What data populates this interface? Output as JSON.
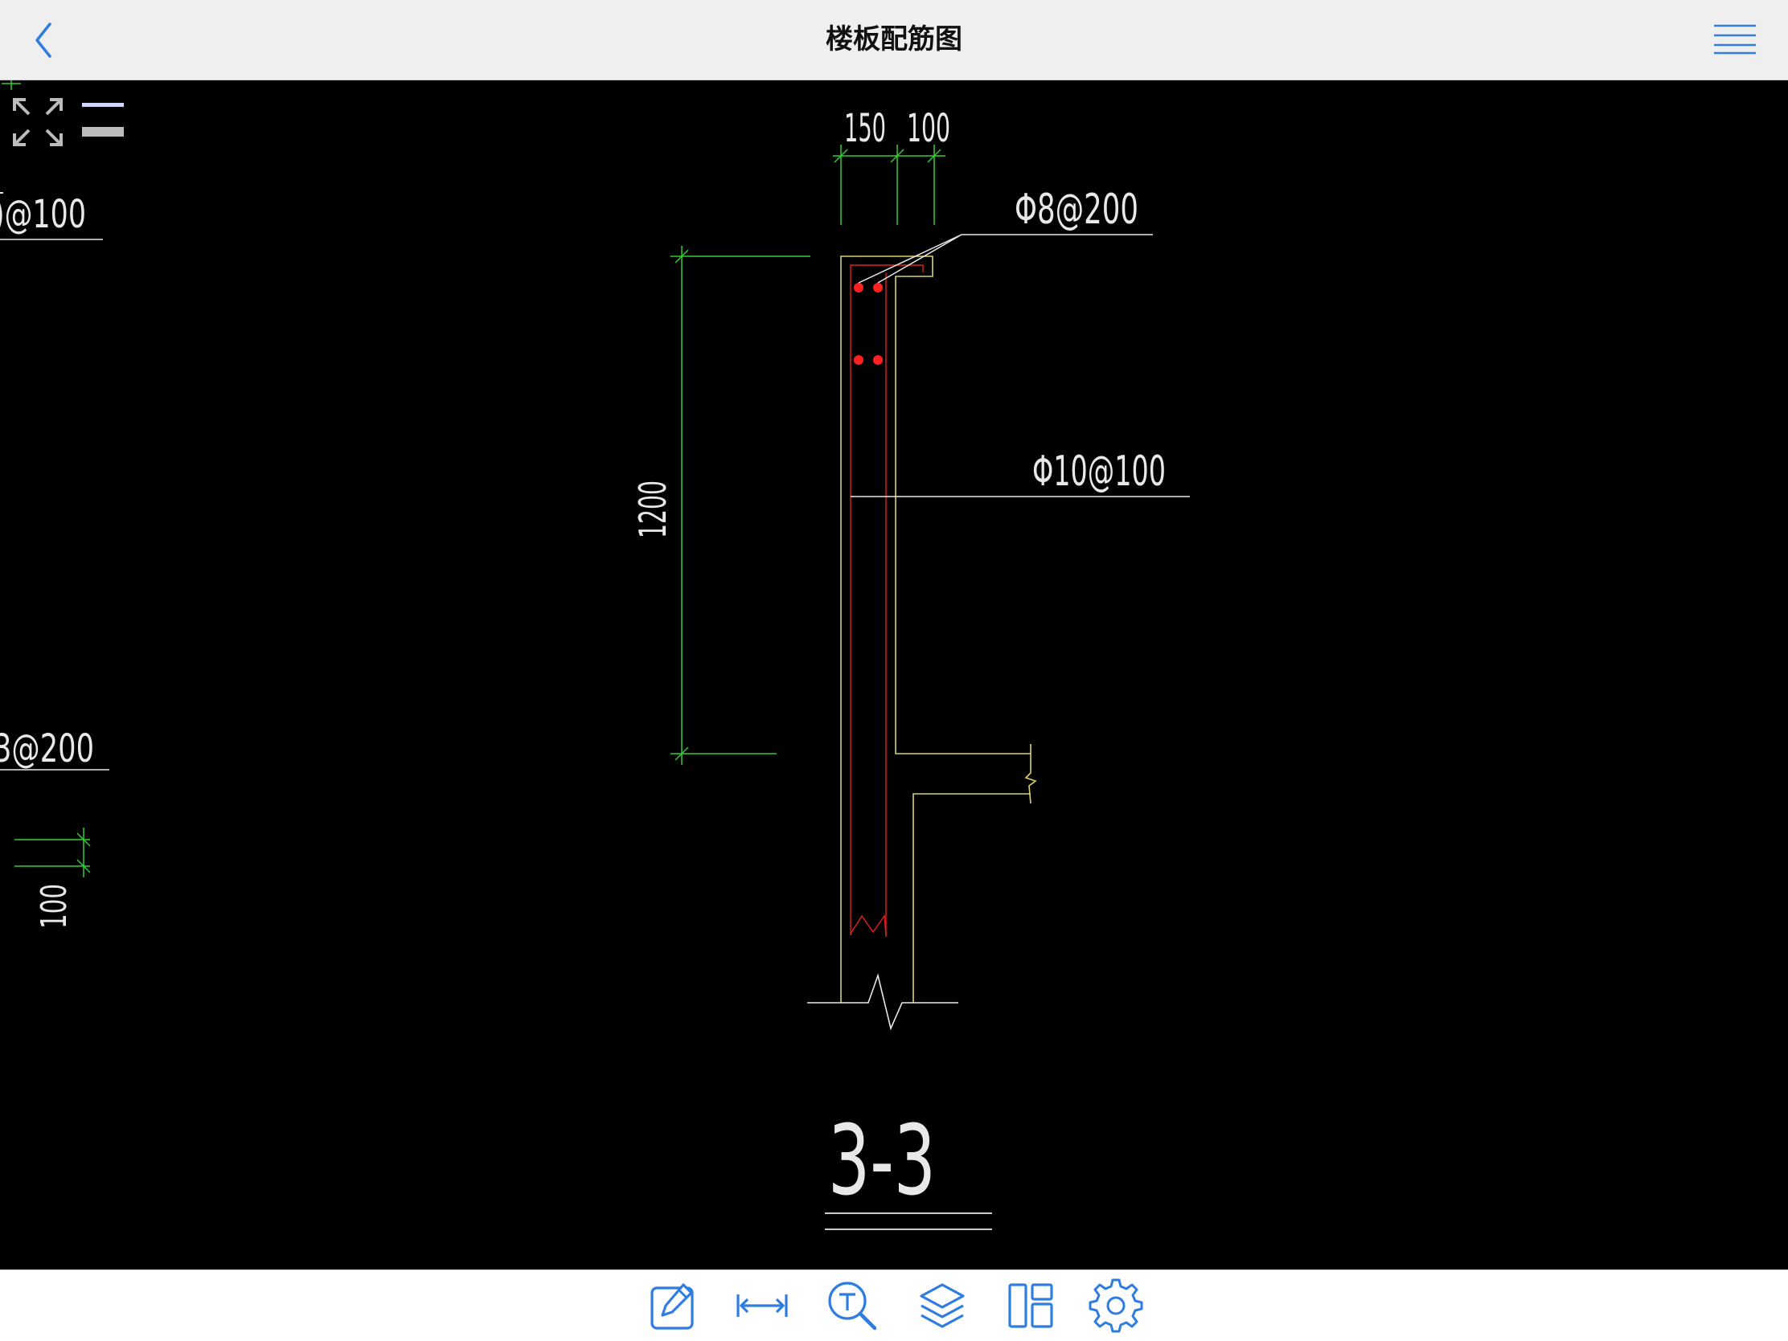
{
  "header": {
    "title": "楼板配筋图"
  },
  "drawing": {
    "left_label_top": ")@100",
    "left_label_bottom": "3@200",
    "left_dim": "100",
    "dim_top_1": "150",
    "dim_top_2": "100",
    "rebar_top": "Φ8@200",
    "rebar_main": "Φ10@100",
    "dim_height": "1200",
    "section_label": "3-3"
  },
  "toolbar": {
    "tools": [
      "pencil-icon",
      "measure-icon",
      "text-search-icon",
      "layers-icon",
      "layout-icon",
      "settings-icon"
    ]
  },
  "colors": {
    "accent": "#2f7de1",
    "cad_wall": "#d8d26a",
    "cad_rebar": "#e02020",
    "cad_dim": "#33cc33",
    "cad_text": "#e8e8e8"
  }
}
